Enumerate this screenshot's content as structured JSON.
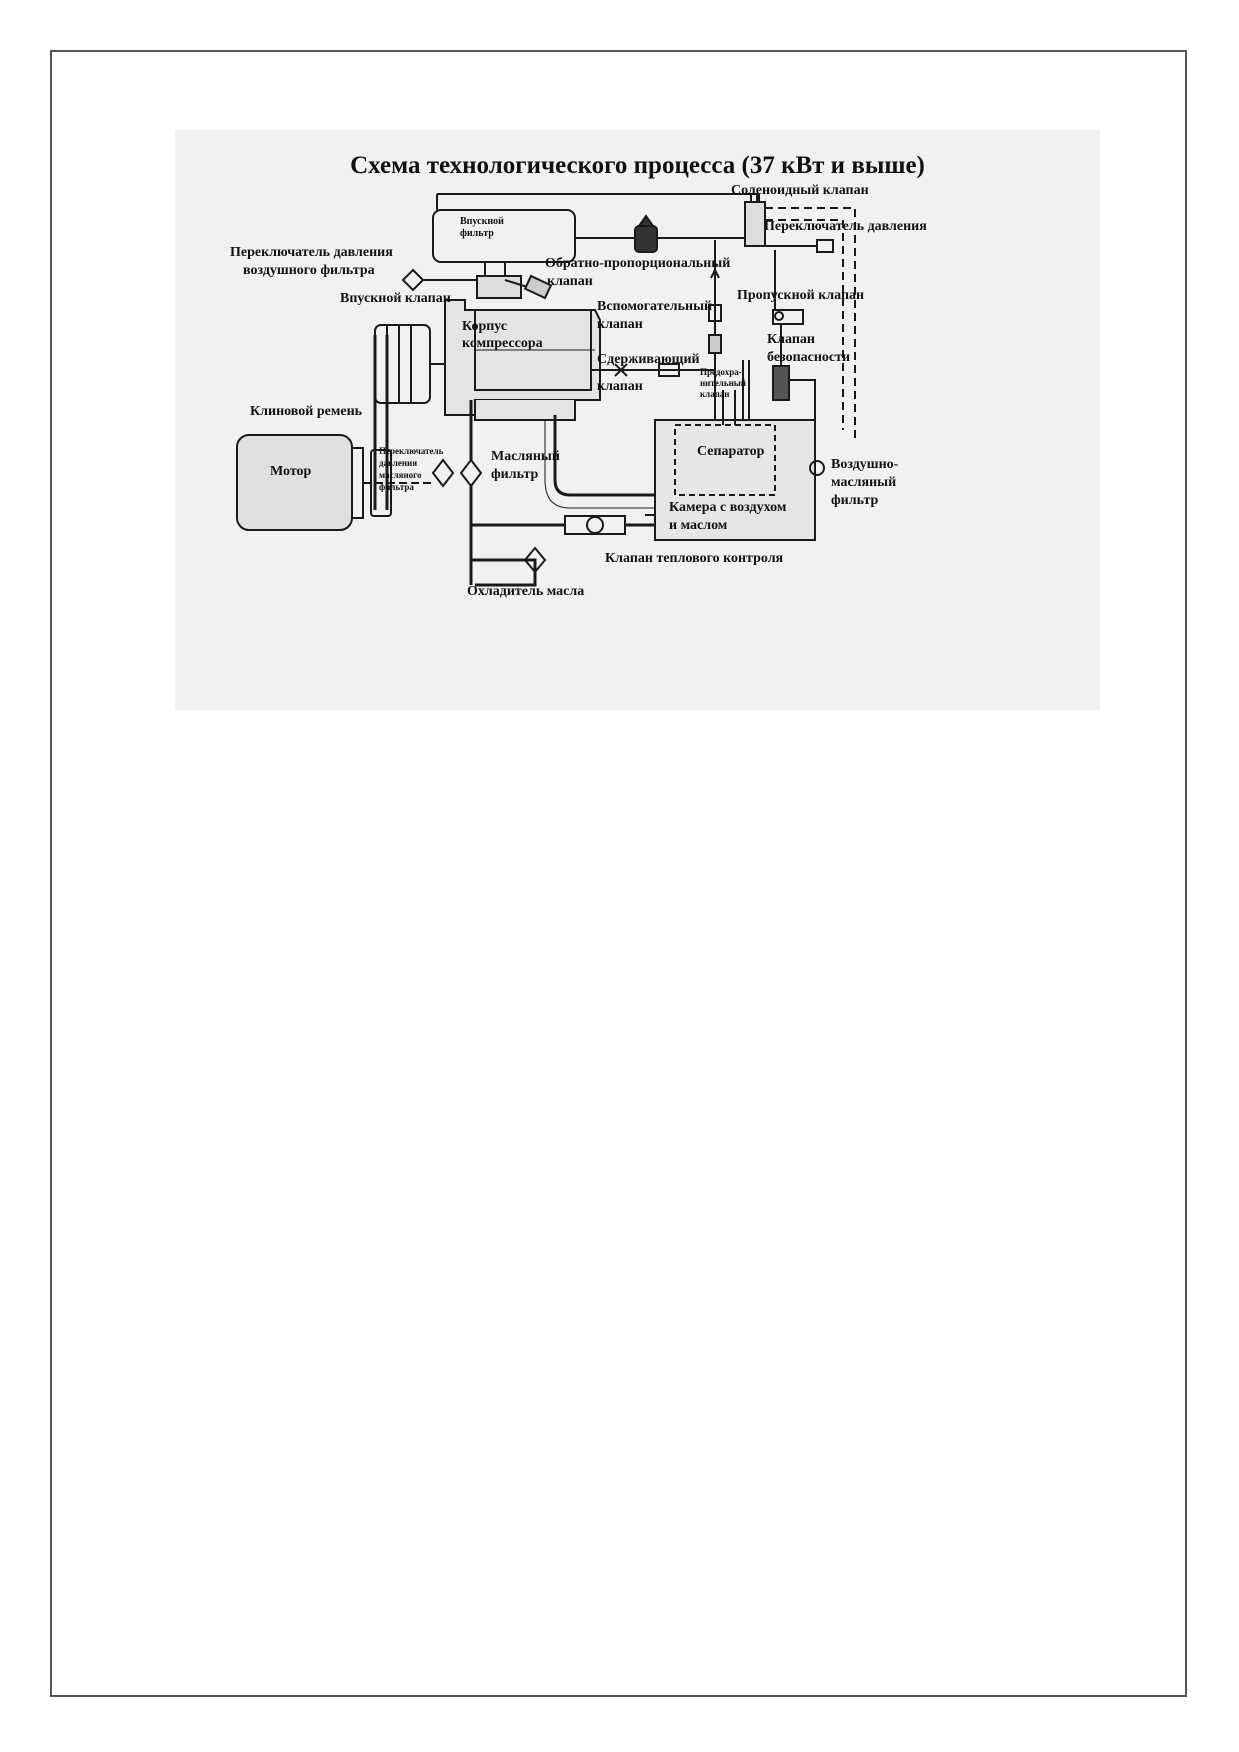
{
  "diagram": {
    "title": "Схема технологического процесса (37 кВт и выше)",
    "labels": {
      "intake_filter_1": "Впускной",
      "intake_filter_2": "фильтр",
      "air_filter_switch_1": "Переключатель давления",
      "air_filter_switch_2": "воздушного фильтра",
      "inlet_valve": "Впускной клапан",
      "compressor_body_1": "Корпус",
      "compressor_body_2": "компрессора",
      "vbelt": "Клиновой ремень",
      "motor": "Мотор",
      "oil_filter_switch_1": "Переключатель",
      "oil_filter_switch_2": "давления",
      "oil_filter_switch_3": "масляного",
      "oil_filter_switch_4": "фильтра",
      "oil_filter_1": "Масляный",
      "oil_filter_2": "фильтр",
      "reverse_valve_1": "Обратно-пропорциональный",
      "reverse_valve_2": "клапан",
      "aux_valve_1": "Вспомогательный",
      "aux_valve_2": "клапан",
      "holding_valve_1": "Сдерживающий",
      "holding_valve_2": "клапан",
      "relief_valve_1": "Предохра-",
      "relief_valve_2": "нительный",
      "relief_valve_3": "клапан",
      "solenoid_valve": "Соленоидный клапан",
      "pressure_switch": "Переключатель давления",
      "bypass_valve": "Пропускной клапан",
      "safety_valve_1": "Клапан",
      "safety_valve_2": "безопасности",
      "separator": "Сепаратор",
      "air_oil_filter_1": "Воздушно-",
      "air_oil_filter_2": "масляный",
      "air_oil_filter_3": "фильтр",
      "chamber_1": "Камера с воздухом",
      "chamber_2": "и маслом",
      "thermal_valve": "Клапан теплового контроля",
      "oil_cooler": "Охладитель масла"
    }
  }
}
